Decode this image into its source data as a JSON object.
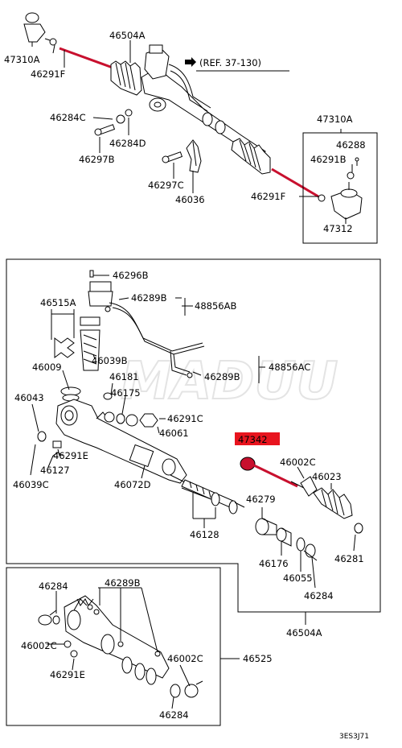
{
  "diagram": {
    "top_labels": {
      "tie_end_left": "47310A",
      "rack_assembly": "46504A",
      "ref": "(REF. 37-130)",
      "nut_left": "46291F",
      "bolt_a": "46284C",
      "washer": "46284D",
      "bolt_b": "46297B",
      "bolt_c": "46297C",
      "bracket": "46036",
      "nut_right": "46291F",
      "tie_end_right": "47310A",
      "pin": "46288",
      "nut_b": "46291B",
      "tie_end_body": "47312"
    },
    "middle_labels": {
      "l_46296B": "46296B",
      "l_46289B_a": "46289B",
      "l_48856AB": "48856AB",
      "l_46515A": "46515A",
      "l_46039B": "46039B",
      "l_46009": "46009",
      "l_46181": "46181",
      "l_46289B_b": "46289B",
      "l_48856AC": "48856AC",
      "l_46175": "46175",
      "l_46043": "46043",
      "l_46291C": "46291C",
      "l_46061": "46061",
      "l_46291E": "46291E",
      "l_46127": "46127",
      "l_46039C": "46039C",
      "l_46072D": "46072D",
      "l_47342": "47342",
      "l_46002C": "46002C",
      "l_46023": "46023",
      "l_46279": "46279",
      "l_46128": "46128",
      "l_46176": "46176",
      "l_46055": "46055",
      "l_46281": "46281",
      "l_46284": "46284",
      "l_46504A": "46504A"
    },
    "bottom_labels": {
      "b_46284_top": "46284",
      "b_46289B": "46289B",
      "b_46002C_left": "46002C",
      "b_46291E": "46291E",
      "b_46002C_right": "46002C",
      "b_46525": "46525",
      "b_46284_bottom": "46284"
    },
    "highlight_part": "47342",
    "highlight_color": "#c8102e",
    "footer_code": "3ES3J71",
    "watermark": "MADUU"
  }
}
